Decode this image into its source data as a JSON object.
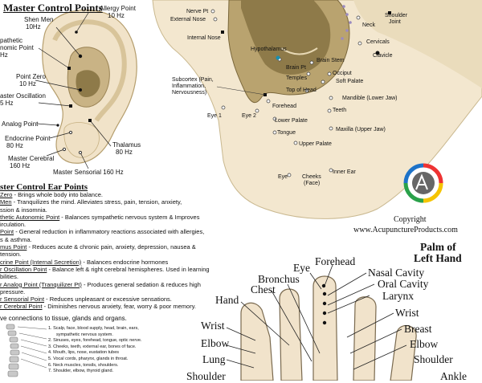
{
  "master_points": {
    "title": "Master Control Points",
    "labels": {
      "shen_men": "Shen Men",
      "shen_men_hz": "10Hz",
      "allergy_point": "Allergy Point",
      "allergy_hz": "10 Hz",
      "sympathetic_l1": "pathetic",
      "sympathetic_l2": "nomic Point",
      "sympathetic_l3": "Hz",
      "point_zero": "Point Zero",
      "point_zero_hz": "10 Hz",
      "master_osc": "aster Oscillation",
      "master_osc_hz": "5 Hz",
      "analog_point": "Analog Point",
      "endocrine_point": "Endocrine Point",
      "endocrine_hz": "80 Hz",
      "thalamus": "Thalamus",
      "thalamus_hz": "80 Hz",
      "master_cerebral": "Master Cerebral",
      "master_cerebral_hz": "160 Hz",
      "master_sensorial": "Master Sensorial 160 Hz"
    }
  },
  "head_map": {
    "nerve_pt": "Nerve Pt",
    "external_nose": "External Nose",
    "internal_nose": "Internal Nose",
    "neck": "Neck",
    "shoulder_joint_l1": "Shoulder",
    "shoulder_joint_l2": "Joint",
    "hypothalamus": "Hypothalamus",
    "cervicals": "Cervicals",
    "clavicle": "Clavicle",
    "brain_stem": "Brain Stem",
    "brain_pt": "Brain Pt",
    "occiput": "Occiput",
    "temples": "Temples",
    "soft_palate": "Soft Palate",
    "subcortex_l1": "Subcortex (Pain,",
    "subcortex_l2": "Inflammation,",
    "subcortex_l3": "Nervousness)",
    "top_of_head": "Top of Head",
    "mandible": "Mandible (Lower Jaw)",
    "forehead": "Forehead",
    "teeth": "Teeth",
    "eye_1": "Eye 1",
    "eye_2": "Eye 2",
    "lower_palate": "Lower Palate",
    "maxilla": "Maxilla (Upper Jaw)",
    "tongue": "Tongue",
    "upper_palate": "Upper Palate",
    "eye": "Eye",
    "cheeks_l1": "Cheeks",
    "cheeks_l2": "(Face)",
    "inner_ear": "Inner Ear"
  },
  "brand": {
    "copyright": "Copyright",
    "site": "www.AcupunctureProducts.com"
  },
  "descriptions": {
    "title": "ster Control Ear Points",
    "rows": [
      {
        "name": "Zero",
        "text": " - Brings whole body into balance."
      },
      {
        "name": "Men",
        "text": " - Tranquilizes the mind. Alleviates stress, pain, tension, anxiety,"
      },
      {
        "name": "",
        "text": "ssion & insomnia."
      },
      {
        "name": "thetic Autonomic Point",
        "text": " - Balances sympathetic nervous system & Improves"
      },
      {
        "name": "",
        "text": "irculation."
      },
      {
        "name": "Point",
        "text": " - General reduction in inflammatory reactions associated with allergies,"
      },
      {
        "name": "",
        "text": "s & asthma."
      },
      {
        "name": "mus Point",
        "text": " - Reduces acute & chronic pain, anxiety, depression, nausea &"
      },
      {
        "name": "",
        "text": "tension."
      },
      {
        "name": "crine Point (Internal Secretion)",
        "text": " - Balances endocrine hormones"
      },
      {
        "name": "r Oscillation Point",
        "text": " - Balance left & right cerebral hemispheres. Used in learning"
      },
      {
        "name": "",
        "text": "bilities."
      },
      {
        "name": "r Analog Point (Tranquilizer Pt)",
        "text": " - Produces general sedation & reduces high"
      },
      {
        "name": "",
        "text": "pressure."
      },
      {
        "name": "r Sensorial Point",
        "text": " - Reduces unpleasant or excessive sensations."
      },
      {
        "name": "r Cerebral Point",
        "text": " - Diminishes nervous anxiety, fear, worry & poor memory."
      }
    ],
    "connections": "ve connections to tissue, glands and organs."
  },
  "spine_list": [
    "1. Scalp, face, blood supply, head, brain, ears,",
    "sympathetic nervous system.",
    "2. Sinuses, eyes, forehead, tongue, optic nerve.",
    "3. Cheeks, teeth, external ear, bones of face.",
    "4. Mouth, lips, nose, eustation tubes",
    "5. Vocal cords, pharynx, glands in throat.",
    "6. Neck muscles, tonsils, shoulders.",
    "7. Shoulder, elbow, thyroid gland."
  ],
  "hand": {
    "title_l1": "Palm of",
    "title_l2": "Left Hand",
    "forehead": "Forehead",
    "eye": "Eye",
    "nasal_cavity": "Nasal Cavity",
    "oral_cavity": "Oral Cavity",
    "bronchus": "Bronchus",
    "larynx": "Larynx",
    "chest": "Chest",
    "hand": "Hand",
    "wrist_right": "Wrist",
    "breast": "Breast",
    "wrist_left": "Wrist",
    "elbow_right": "Elbow",
    "elbow_left": "Elbow",
    "lung": "Lung",
    "shoulder_right": "Shoulder",
    "shoulder_left": "Shoulder",
    "ankle": "Ankle"
  },
  "colors": {
    "skin": "#f3e7cf",
    "skin_dark": "#d9c49a",
    "ear_inner": "#cdb88a",
    "ear_shade": "#8e7a49",
    "hand_skin": "#f1e3cb"
  }
}
